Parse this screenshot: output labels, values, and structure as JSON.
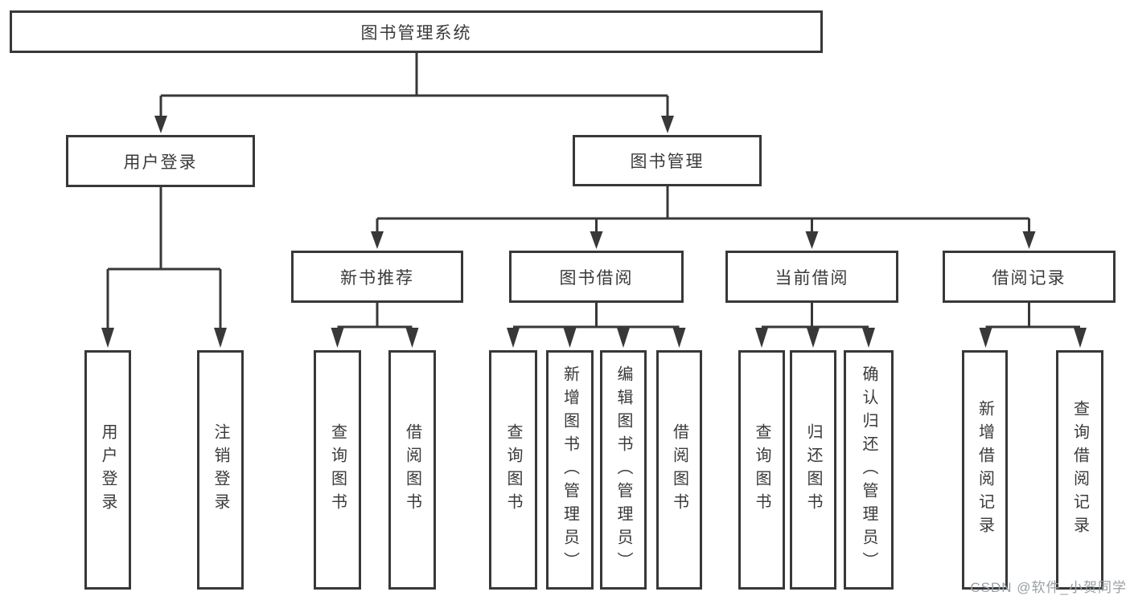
{
  "page": {
    "background_color": "#ffffff",
    "watermark": "CSDN @软件_小贺同学"
  },
  "colors": {
    "line": "#383838",
    "box_border": "#383838",
    "box_fill": "#ffffff",
    "text": "#3a3a3a",
    "watermark": "#98a0a6"
  },
  "diagram": {
    "type": "hierarchy-tree",
    "root": {
      "label": "图书管理系统"
    },
    "level2": [
      {
        "label": "用户登录"
      },
      {
        "label": "图书管理"
      }
    ],
    "level3": [
      {
        "label": "新书推荐"
      },
      {
        "label": "图书借阅"
      },
      {
        "label": "当前借阅"
      },
      {
        "label": "借阅记录"
      }
    ],
    "leaves": {
      "login": [
        {
          "label": "用户登录"
        },
        {
          "label": "注销登录"
        }
      ],
      "recommend": [
        {
          "label": "查询图书"
        },
        {
          "label": "借阅图书"
        }
      ],
      "borrow": [
        {
          "label": "查询图书"
        },
        {
          "label": "新增图书（管理员）"
        },
        {
          "label": "编辑图书（管理员）"
        },
        {
          "label": "借阅图书"
        }
      ],
      "current": [
        {
          "label": "查询图书"
        },
        {
          "label": "归还图书"
        },
        {
          "label": "确认归还（管理员）"
        }
      ],
      "records": [
        {
          "label": "新增借阅记录"
        },
        {
          "label": "查询借阅记录"
        }
      ]
    }
  }
}
